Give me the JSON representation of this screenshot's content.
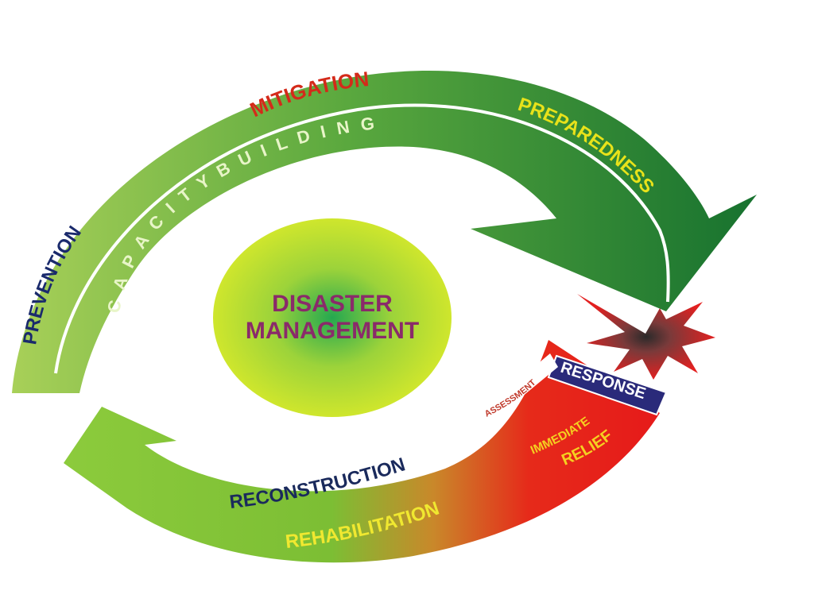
{
  "center": {
    "line1": "DISASTER",
    "line2": "MANAGEMENT"
  },
  "upper_arrow": {
    "prevention": "PREVENTION",
    "mitigation": "MITIGATION",
    "preparedness": "PREPAREDNESS",
    "capacity_building": "C A P A C I T Y   B U I L D I N G"
  },
  "lower_arrow": {
    "assessment": "ASSESSMENT",
    "response": "RESPONSE",
    "immediate": "IMMEDIATE",
    "relief": "RELIEF",
    "reconstruction": "RECONSTRUCTION",
    "rehabilitation": "REHABILITATION"
  },
  "colors": {
    "upper_arrow_light": "#9ccc4a",
    "upper_arrow_dark": "#1e7d36",
    "lower_arrow_green": "#7fc53a",
    "lower_arrow_red": "#e31b1b",
    "center_outer": "#d6e82a",
    "center_inner": "#2db04b",
    "center_text": "#8a2a6a",
    "prevention_text": "#1a2a6c",
    "mitigation_text": "#d42a1a",
    "preparedness_text": "#e8e21a",
    "response_box": "#2a2a7a",
    "reconstruction_text": "#1a2a5c",
    "rehabilitation_text": "#f0e830",
    "relief_text": "#f5d020",
    "burst_red": "#e02020"
  },
  "icons": {
    "disaster": "explosion-burst-icon"
  }
}
